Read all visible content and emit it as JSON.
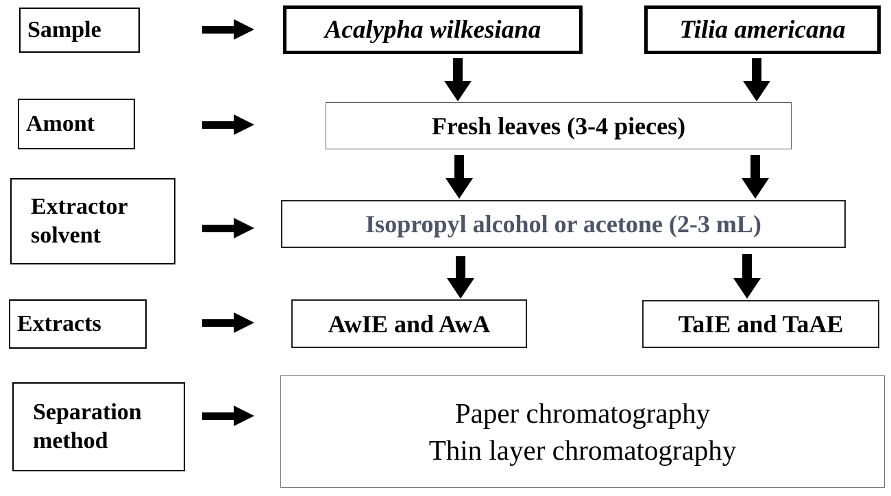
{
  "diagram": {
    "title_hint": "Plant pigment extraction flowchart",
    "row_labels": {
      "sample": "Sample",
      "amount": "Amont",
      "extractor_solvent": "Extractor solvent",
      "extracts": "Extracts",
      "separation_method": "Separation method"
    },
    "nodes": {
      "species_left": "Acalypha wilkesiana",
      "species_right": "Tilia americana",
      "fresh_leaves": "Fresh leaves (3-4 pieces)",
      "solvent": "Isopropyl alcohol or acetone (2-3 mL)",
      "extracts_left": "AwIE and AwA",
      "extracts_right": "TaIE and TaAE",
      "separation_line1": "Paper chromatography",
      "separation_line2": "Thin layer chromatography"
    },
    "icons": {
      "right_arrow": "right-arrow",
      "down_arrow": "down-arrow"
    },
    "colors": {
      "background": "#ffffff",
      "text": "#000000",
      "solvent_text": "#4d5568",
      "arrow": "#000000",
      "thick_border": "#000000",
      "thin_border": "#555555"
    }
  }
}
